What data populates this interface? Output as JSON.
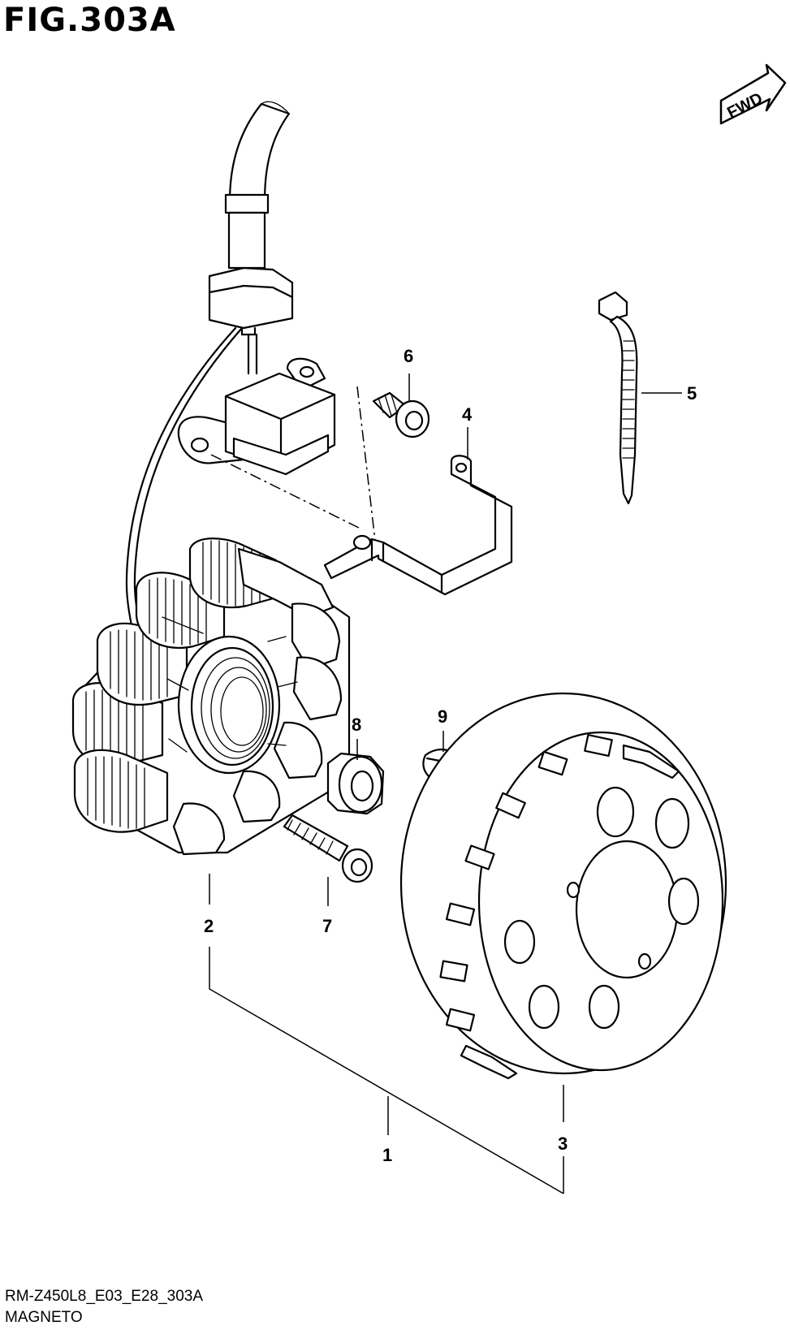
{
  "figure": {
    "title": "FIG.303A",
    "direction_label": "FWD",
    "model_code": "RM-Z450L8_E03_E28_303A",
    "section_name": "MAGNETO"
  },
  "callouts": [
    {
      "id": "1",
      "label": "1"
    },
    {
      "id": "2",
      "label": "2"
    },
    {
      "id": "3",
      "label": "3"
    },
    {
      "id": "4",
      "label": "4"
    },
    {
      "id": "5",
      "label": "5"
    },
    {
      "id": "6",
      "label": "6"
    },
    {
      "id": "7",
      "label": "7"
    },
    {
      "id": "8",
      "label": "8"
    },
    {
      "id": "9",
      "label": "9"
    }
  ]
}
